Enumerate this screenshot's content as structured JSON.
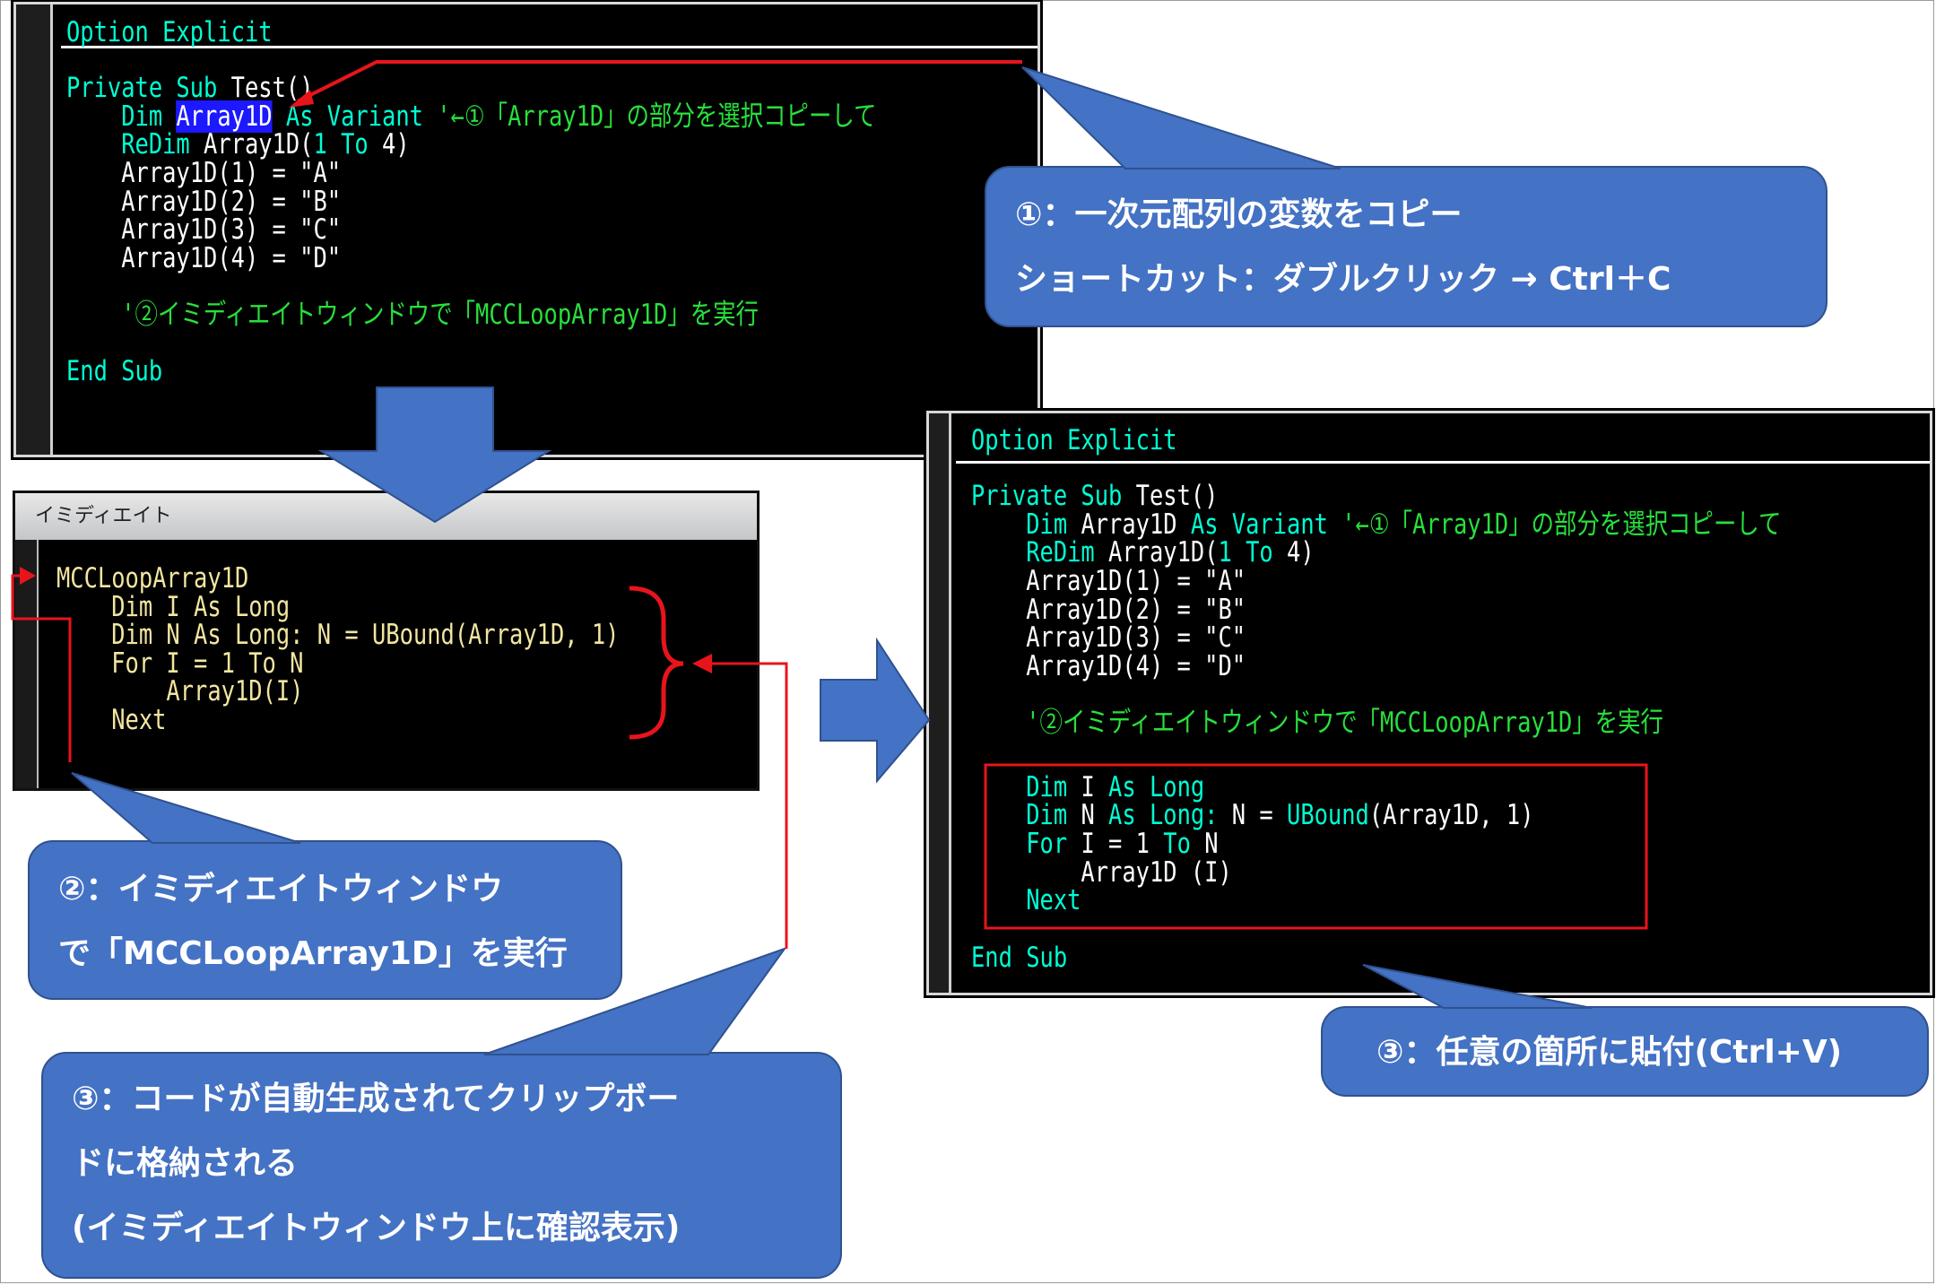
{
  "editor_top": {
    "lines": [
      {
        "parts": [
          {
            "t": "Option Explicit",
            "c": "kw"
          }
        ]
      },
      {
        "parts": [
          {
            "t": "Private Sub",
            "c": "kw"
          },
          {
            "t": " Test()",
            "c": ""
          }
        ]
      },
      {
        "parts": [
          {
            "t": "    Dim",
            "c": "kw"
          },
          {
            "t": " ",
            "c": ""
          },
          {
            "t": "Array1D",
            "c": "sel"
          },
          {
            "t": " As Variant",
            "c": "kw"
          },
          {
            "t": " '←①「Array1D」の部分を選択コピーして",
            "c": "cm"
          }
        ]
      },
      {
        "parts": [
          {
            "t": "    ReDim",
            "c": "kw"
          },
          {
            "t": " Array1D(",
            "c": ""
          },
          {
            "t": "1 To",
            "c": "kw"
          },
          {
            "t": " 4)",
            "c": ""
          }
        ]
      },
      {
        "parts": [
          {
            "t": "    Array1D(1) = \"A\"",
            "c": ""
          }
        ]
      },
      {
        "parts": [
          {
            "t": "    Array1D(2) = \"B\"",
            "c": ""
          }
        ]
      },
      {
        "parts": [
          {
            "t": "    Array1D(3) = \"C\"",
            "c": ""
          }
        ]
      },
      {
        "parts": [
          {
            "t": "    Array1D(4) = \"D\"",
            "c": ""
          }
        ]
      },
      {
        "parts": [
          {
            "t": "    '②イミディエイトウィンドウで「MCCLoopArray1D」を実行",
            "c": "cm"
          }
        ]
      },
      {
        "parts": [
          {
            "t": "End Sub",
            "c": "kw"
          }
        ]
      }
    ]
  },
  "immediate": {
    "title": "イミディエイト",
    "lines": [
      "MCCLoopArray1D",
      "    Dim I As Long",
      "    Dim N As Long: N = UBound(Array1D, 1)",
      "    For I = 1 To N",
      "        Array1D(I)",
      "    Next"
    ]
  },
  "editor_right": {
    "lines": [
      {
        "parts": [
          {
            "t": "Option Explicit",
            "c": "kw"
          }
        ]
      },
      {
        "parts": [
          {
            "t": "Private Sub",
            "c": "kw"
          },
          {
            "t": " Test()",
            "c": ""
          }
        ]
      },
      {
        "parts": [
          {
            "t": "    Dim",
            "c": "kw"
          },
          {
            "t": " Array1D ",
            "c": ""
          },
          {
            "t": "As Variant",
            "c": "kw"
          },
          {
            "t": " '←①「Array1D」の部分を選択コピーして",
            "c": "cm"
          }
        ]
      },
      {
        "parts": [
          {
            "t": "    ReDim",
            "c": "kw"
          },
          {
            "t": " Array1D(",
            "c": ""
          },
          {
            "t": "1 To",
            "c": "kw"
          },
          {
            "t": " 4)",
            "c": ""
          }
        ]
      },
      {
        "parts": [
          {
            "t": "    Array1D(1) = \"A\"",
            "c": ""
          }
        ]
      },
      {
        "parts": [
          {
            "t": "    Array1D(2) = \"B\"",
            "c": ""
          }
        ]
      },
      {
        "parts": [
          {
            "t": "    Array1D(3) = \"C\"",
            "c": ""
          }
        ]
      },
      {
        "parts": [
          {
            "t": "    Array1D(4) = \"D\"",
            "c": ""
          }
        ]
      },
      {
        "parts": [
          {
            "t": "    '②イミディエイトウィンドウで「MCCLoopArray1D」を実行",
            "c": "cm"
          }
        ]
      },
      {
        "parts": [
          {
            "t": "    Dim",
            "c": "kw"
          },
          {
            "t": " I ",
            "c": ""
          },
          {
            "t": "As Long",
            "c": "kw"
          }
        ]
      },
      {
        "parts": [
          {
            "t": "    Dim",
            "c": "kw"
          },
          {
            "t": " N ",
            "c": ""
          },
          {
            "t": "As Long:",
            "c": "kw"
          },
          {
            "t": " N = ",
            "c": ""
          },
          {
            "t": "UBound",
            "c": "kw"
          },
          {
            "t": "(Array1D, 1)",
            "c": ""
          }
        ]
      },
      {
        "parts": [
          {
            "t": "    For",
            "c": "kw"
          },
          {
            "t": " I = 1 ",
            "c": ""
          },
          {
            "t": "To",
            "c": "kw"
          },
          {
            "t": " N",
            "c": ""
          }
        ]
      },
      {
        "parts": [
          {
            "t": "        Array1D (I)",
            "c": ""
          }
        ]
      },
      {
        "parts": [
          {
            "t": "    Next",
            "c": "kw"
          }
        ]
      },
      {
        "parts": [
          {
            "t": "End Sub",
            "c": "kw"
          }
        ]
      }
    ]
  },
  "callouts": {
    "c1": [
      "①：一次元配列の変数をコピー",
      "ショートカット：ダブルクリック → Ctrl＋C"
    ],
    "c2": [
      "②：イミディエイトウィンドウ",
      "で「MCCLoopArray1D」を実行"
    ],
    "c3": [
      "③：コードが自動生成されてクリップボー",
      "ドに格納される",
      "(イミディエイトウィンドウ上に確認表示)"
    ],
    "c4": [
      "③：任意の箇所に貼付(Ctrl+V)"
    ]
  },
  "colors": {
    "callout": "#4472c4",
    "keyword": "#00ffd4",
    "comment": "#28e03c",
    "arrow": "#e8141c",
    "selection": "#1c18ff"
  }
}
